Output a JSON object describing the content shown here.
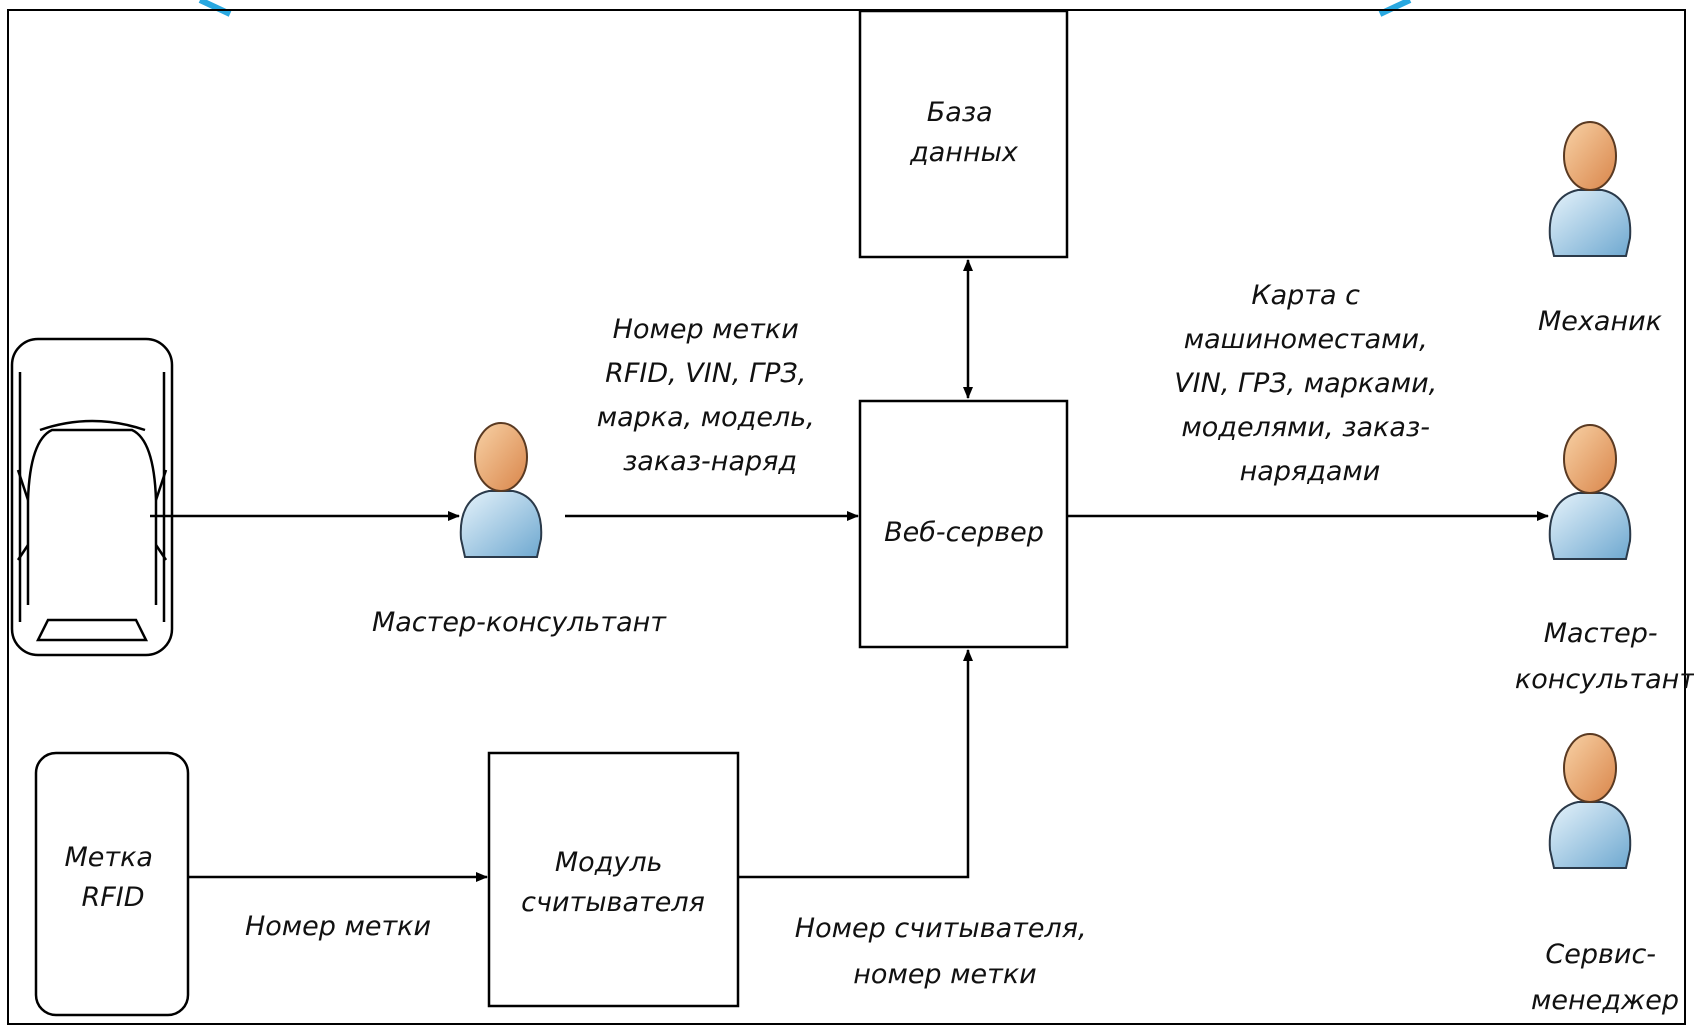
{
  "diagram": {
    "nodes": {
      "database": {
        "lines": [
          "База",
          "данных"
        ]
      },
      "web_server": {
        "lines": [
          "Веб-сервер"
        ]
      },
      "rfid_tag": {
        "lines": [
          "Метка",
          "RFID"
        ]
      },
      "reader_module": {
        "lines": [
          "Модуль",
          "считывателя"
        ]
      }
    },
    "actors": {
      "consultant_left": {
        "lines": [
          "Мастер-консультант"
        ]
      },
      "mechanic": {
        "lines": [
          "Механик"
        ]
      },
      "consultant_right": {
        "lines": [
          "Мастер-",
          "консультант"
        ]
      },
      "service_manager": {
        "lines": [
          "Сервис-",
          "менеджер"
        ]
      }
    },
    "edges": {
      "consultant_to_server": {
        "lines": [
          "Номер метки",
          "RFID, VIN, ГРЗ,",
          "марка, модель,",
          "заказ-наряд"
        ]
      },
      "server_to_users": {
        "lines": [
          "Карта с",
          "машиноместами,",
          "VIN, ГРЗ, марками,",
          "моделями, заказ-",
          "нарядами"
        ]
      },
      "tag_to_reader": {
        "lines": [
          "Номер метки"
        ]
      },
      "reader_to_server": {
        "lines": [
          "Номер считывателя,",
          "номер метки"
        ]
      }
    },
    "colors": {
      "line": "#000000",
      "accent": "#29a8e0",
      "head": "#f0a76a",
      "body": "#9cc8e6"
    }
  }
}
